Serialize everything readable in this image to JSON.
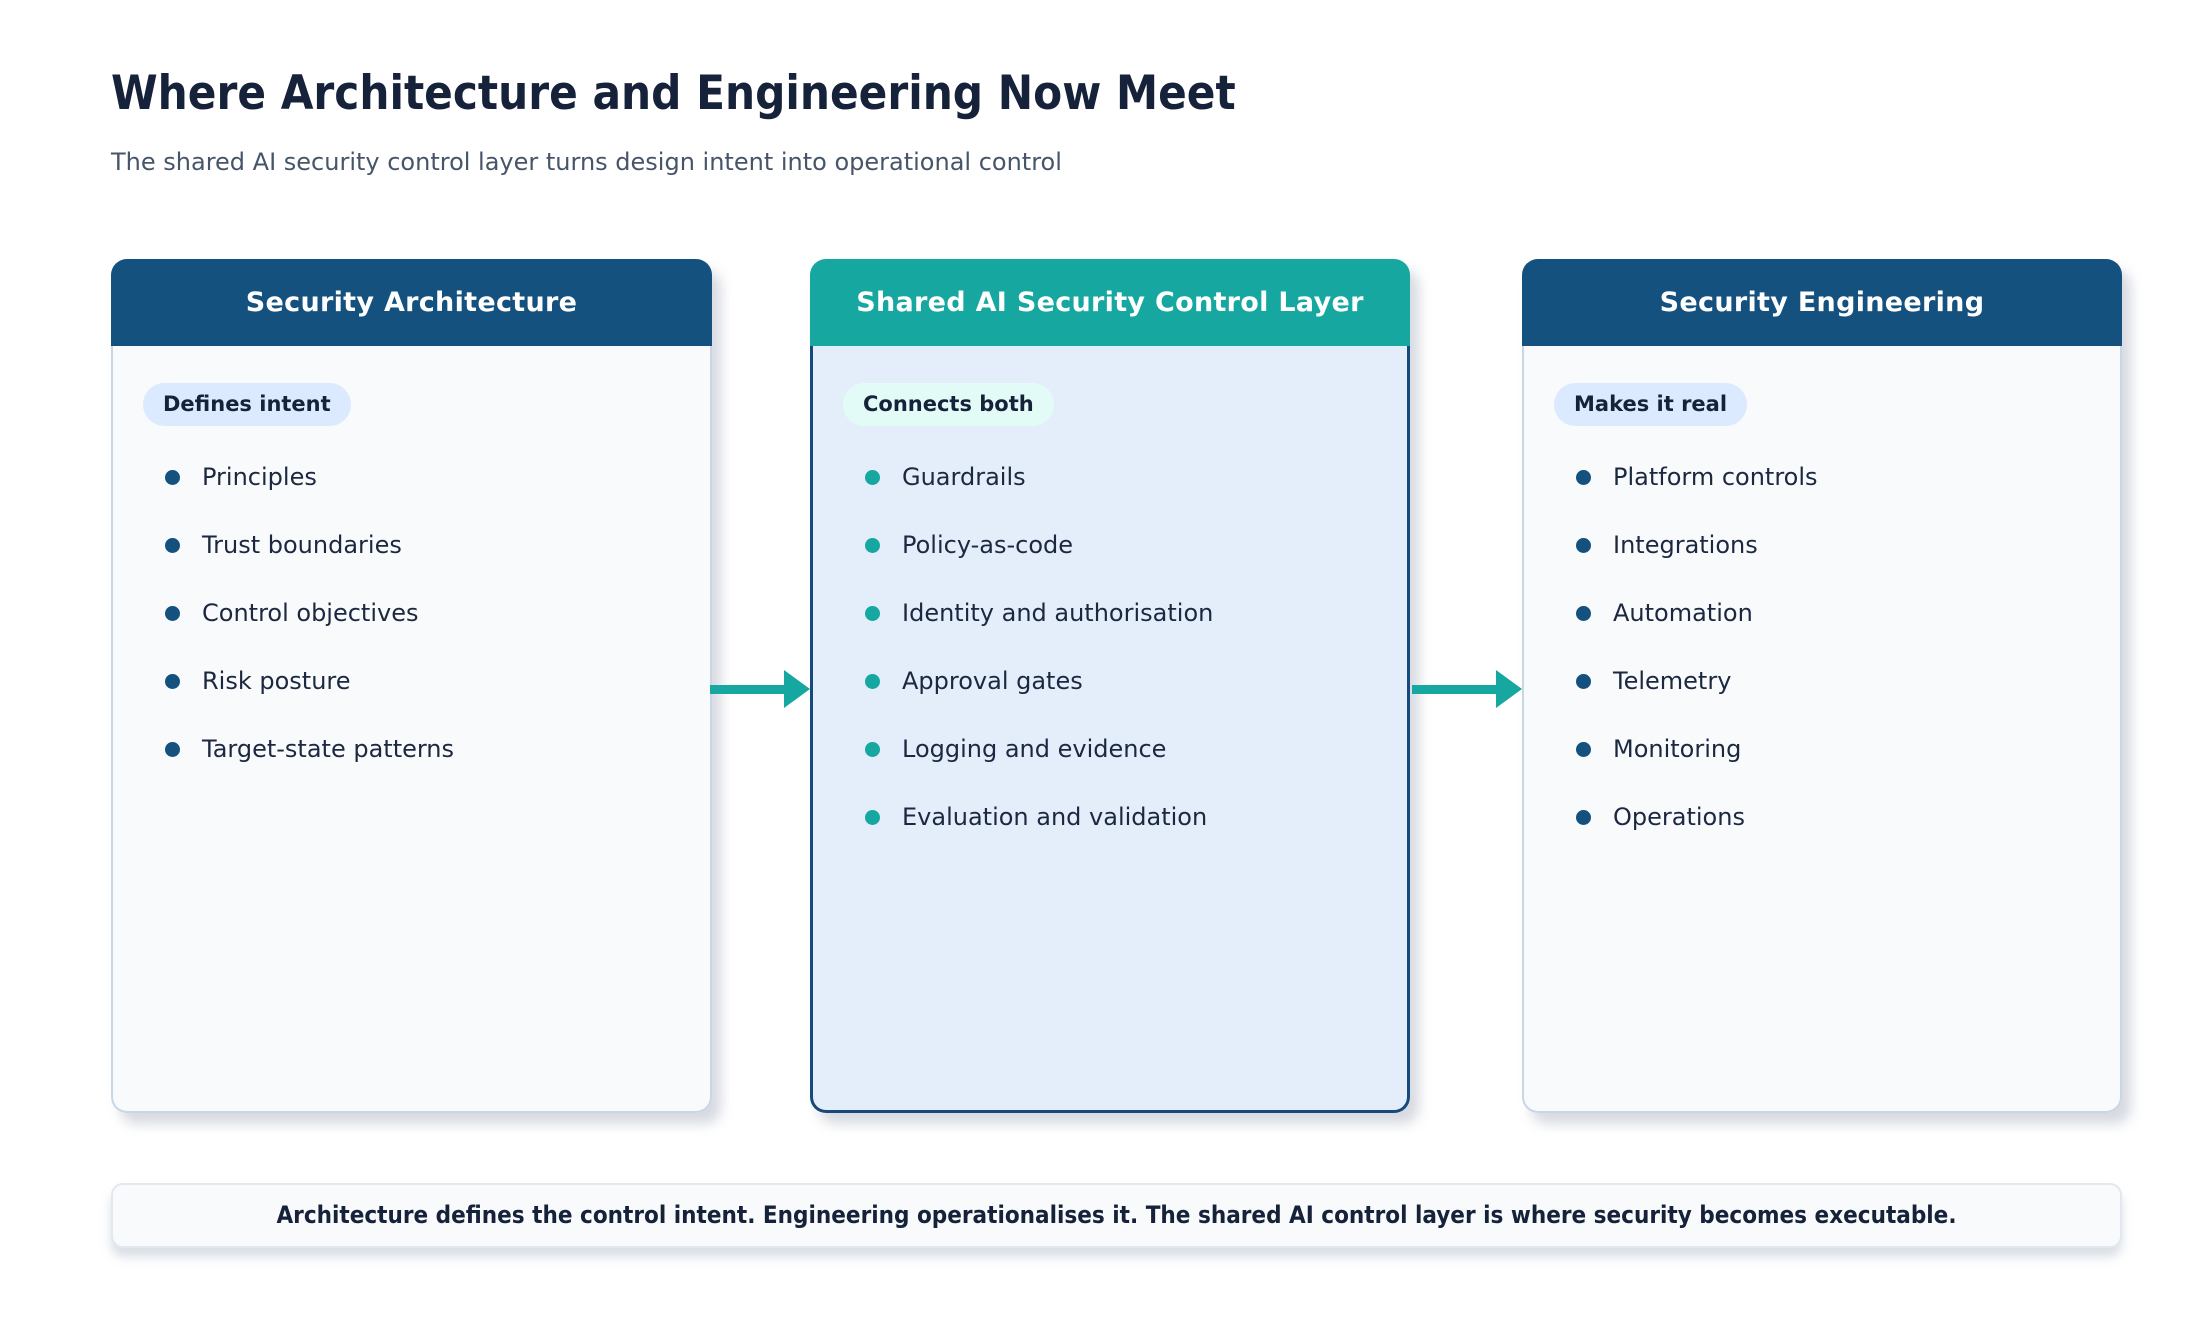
{
  "page": {
    "title": "Where Architecture and Engineering Now Meet",
    "subtitle": "The shared AI security control layer turns design intent into operational control"
  },
  "cards": [
    {
      "title": "Security Architecture",
      "badge": "Defines intent",
      "items": [
        "Principles",
        "Trust boundaries",
        "Control objectives",
        "Risk posture",
        "Target-state patterns"
      ]
    },
    {
      "title": "Shared AI Security Control Layer",
      "badge": "Connects both",
      "items": [
        "Guardrails",
        "Policy-as-code",
        "Identity and authorisation",
        "Approval gates",
        "Logging and evidence",
        "Evaluation and validation"
      ]
    },
    {
      "title": "Security Engineering",
      "badge": "Makes it real",
      "items": [
        "Platform controls",
        "Integrations",
        "Automation",
        "Telemetry",
        "Monitoring",
        "Operations"
      ]
    }
  ],
  "footer": {
    "text": "Architecture defines the control intent. Engineering operationalises it. The shared AI control layer is where security becomes executable."
  },
  "colors": {
    "header_navy": "#15517e",
    "header_teal": "#16a8a0",
    "body_light": "#f8fafc",
    "body_blue": "#e4eefa",
    "badge_blue": "#dbeafe",
    "badge_mint": "#e3fbf6",
    "text_dark": "#16213a",
    "text_subtitle": "#475569",
    "middle_card_border": "#17497a"
  }
}
